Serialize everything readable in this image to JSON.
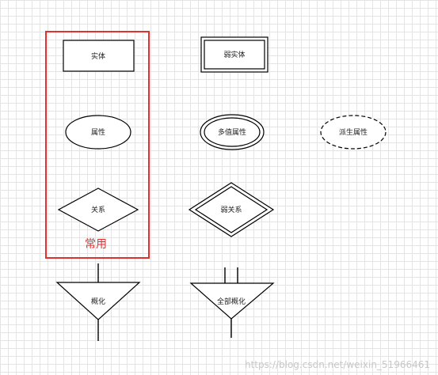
{
  "shapes": {
    "entity": "实体",
    "weak_entity": "弱实体",
    "attribute": "属性",
    "multivalued_attribute": "多值属性",
    "derived_attribute": "派生属性",
    "relationship": "关系",
    "weak_relationship": "弱关系",
    "generalization": "概化",
    "total_generalization": "全部概化"
  },
  "highlight_label": "常用",
  "watermark": "https://blog.csdn.net/weixin_51966461",
  "colors": {
    "highlight": "#e03030",
    "stroke": "#000000",
    "grid": "#e4e4e4"
  }
}
